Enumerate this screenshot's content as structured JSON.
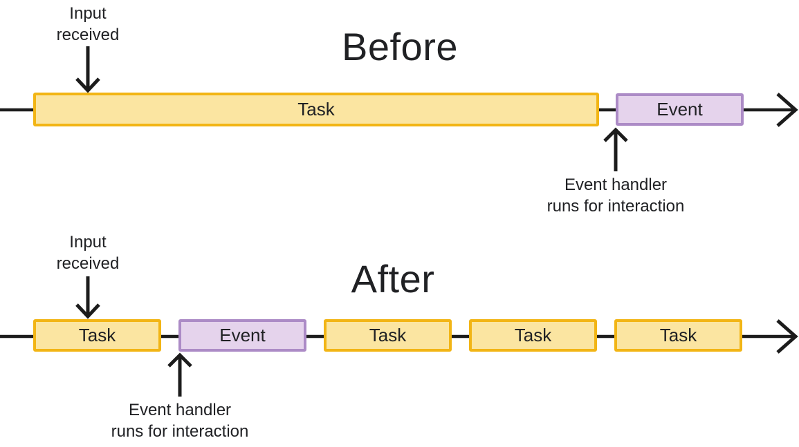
{
  "colors": {
    "task_fill": "#FBE5A1",
    "task_border": "#F2B515",
    "event_fill": "#E5D3EC",
    "event_border": "#AC8BC6",
    "arrow_line": "#1C1C1C",
    "text": "#202124",
    "background": "#FFFFFF"
  },
  "before": {
    "title": "Before",
    "input_label": "Input\nreceived",
    "task_label": "Task",
    "event_label": "Event",
    "handler_label": "Event handler\nruns for interaction"
  },
  "after": {
    "title": "After",
    "input_label": "Input\nreceived",
    "segments": [
      {
        "type": "task",
        "label": "Task"
      },
      {
        "type": "event",
        "label": "Event"
      },
      {
        "type": "task",
        "label": "Task"
      },
      {
        "type": "task",
        "label": "Task"
      },
      {
        "type": "task",
        "label": "Task"
      }
    ],
    "handler_label": "Event handler\nruns for interaction"
  }
}
